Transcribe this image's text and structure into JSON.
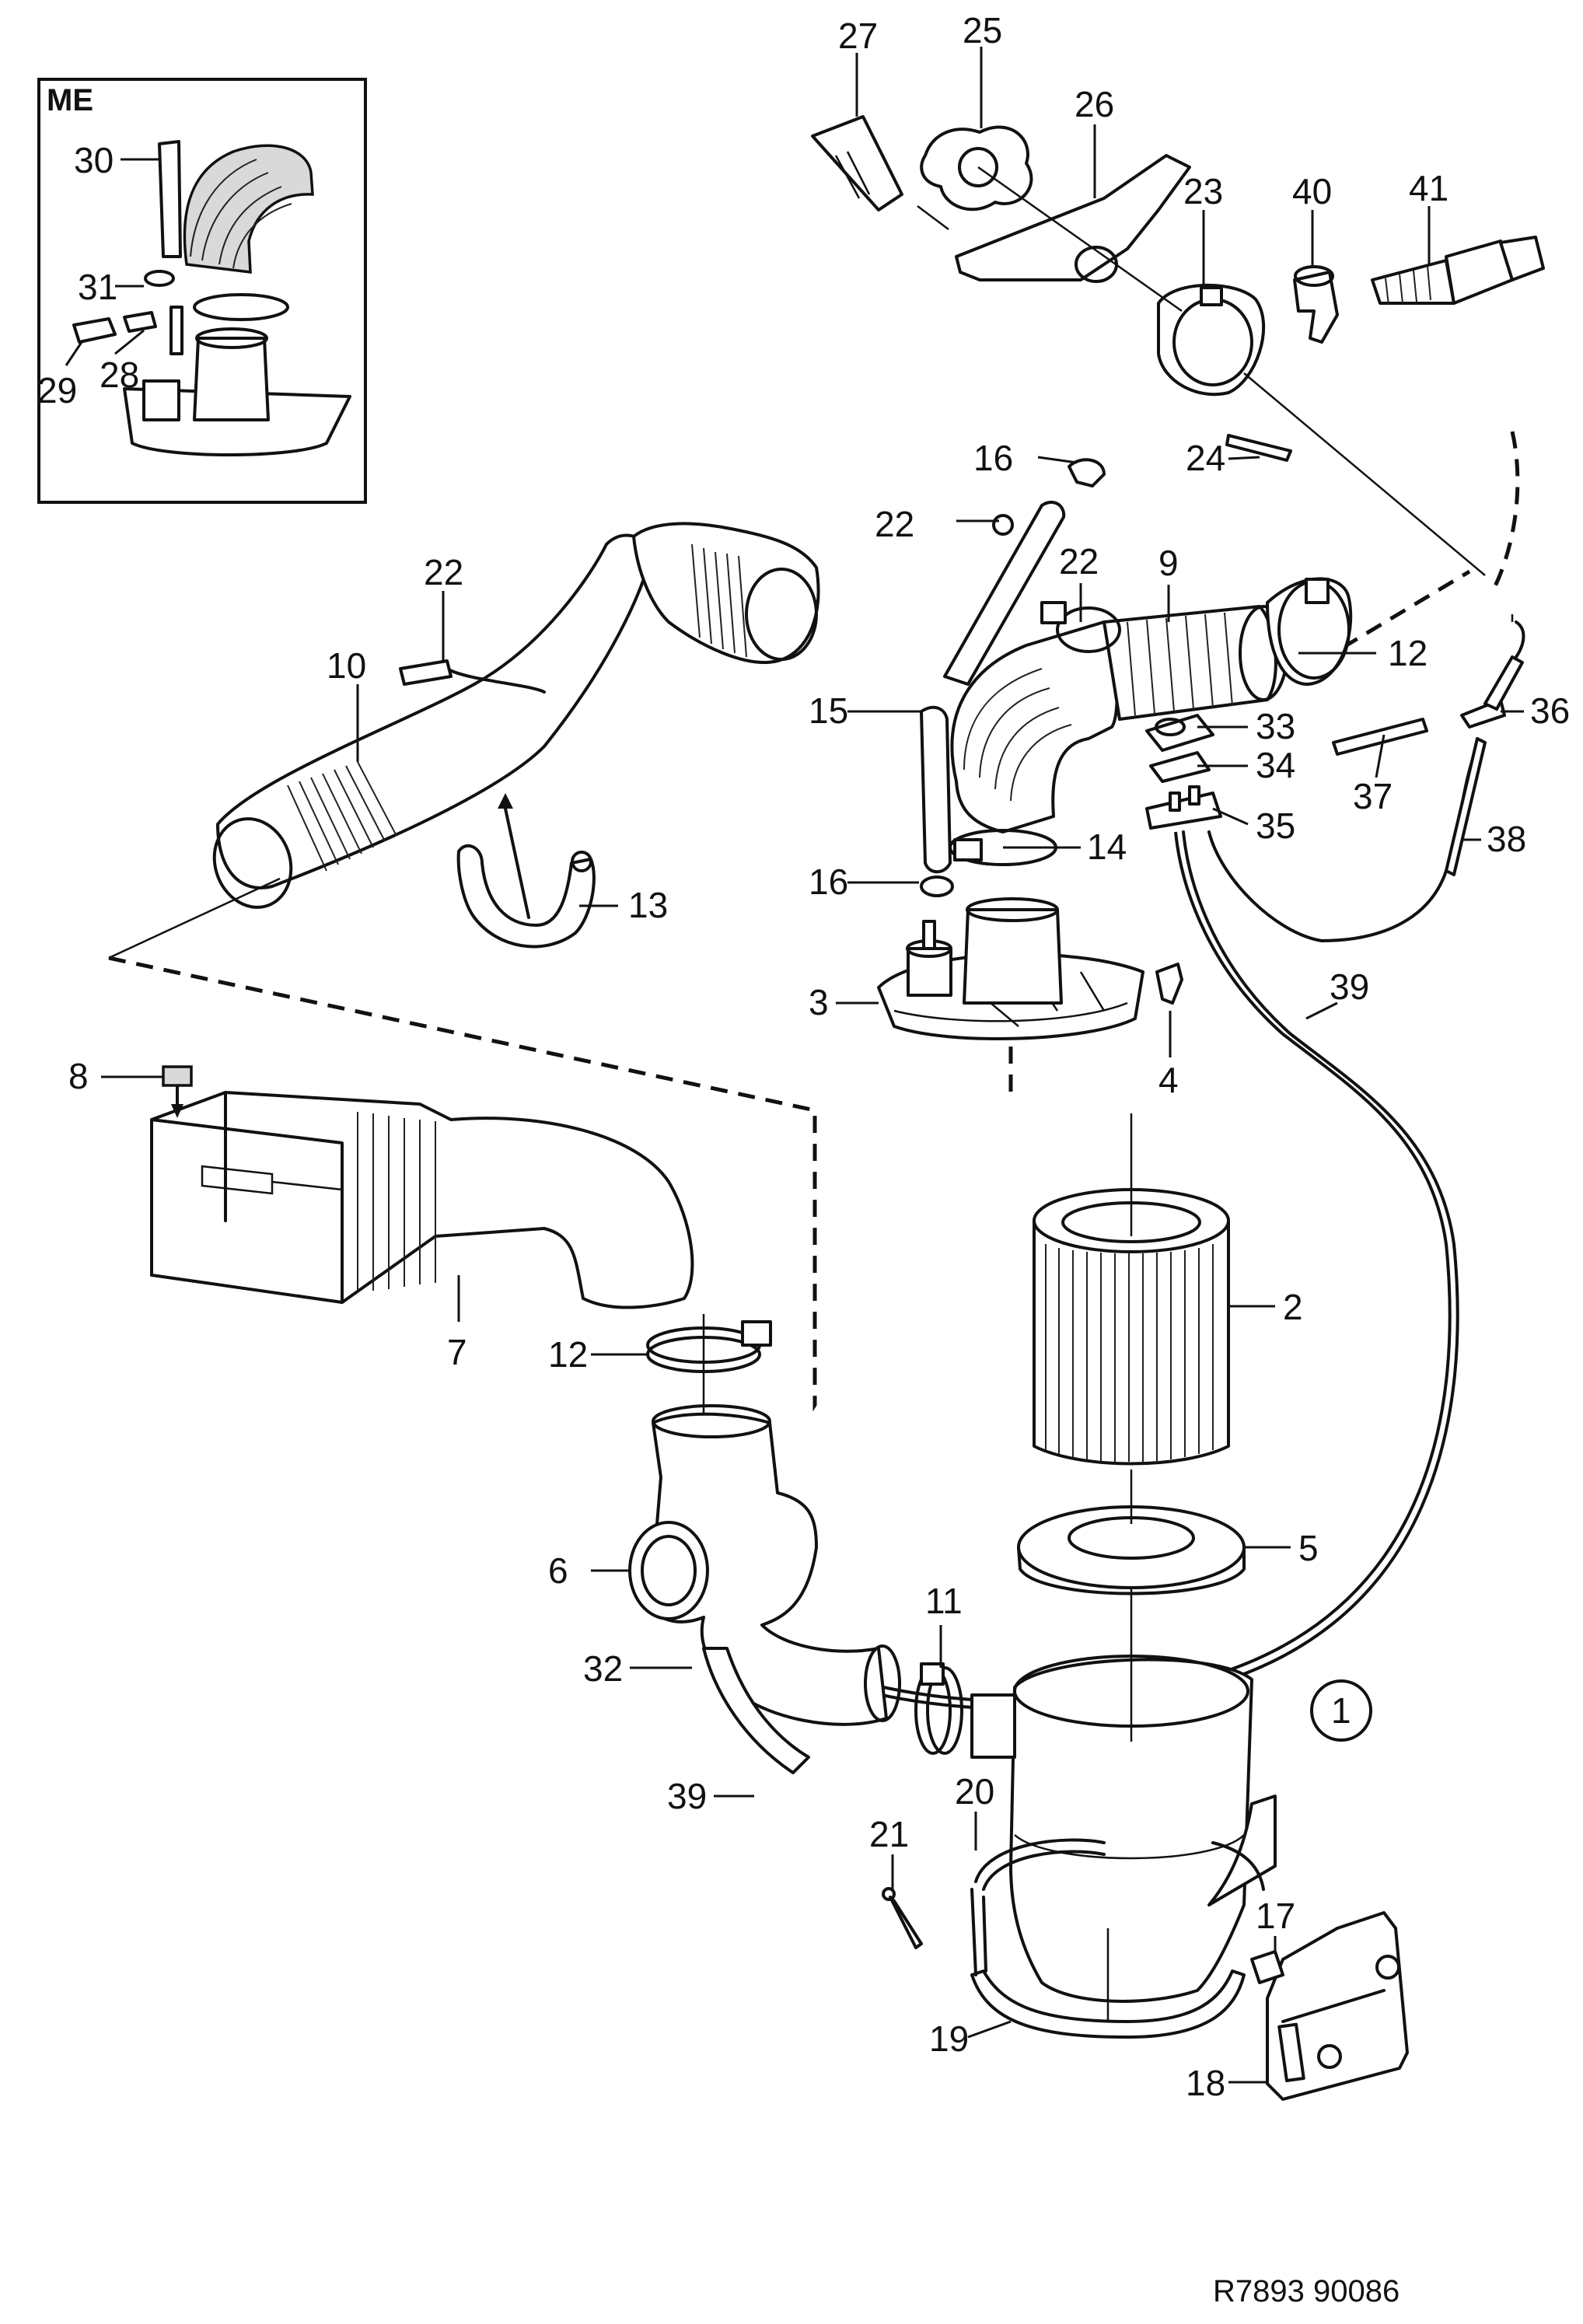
{
  "inset": {
    "label": "ME",
    "callouts": [
      "30",
      "31",
      "29",
      "28"
    ]
  },
  "callouts": {
    "c1": "1",
    "c2": "2",
    "c3": "3",
    "c4": "4",
    "c5": "5",
    "c6": "6",
    "c7": "7",
    "c8": "8",
    "c9": "9",
    "c10": "10",
    "c11": "11",
    "c12a": "12",
    "c12b": "12",
    "c13": "13",
    "c14": "14",
    "c15": "15",
    "c16a": "16",
    "c16b": "16",
    "c17": "17",
    "c18": "18",
    "c19": "19",
    "c20": "20",
    "c21": "21",
    "c22a": "22",
    "c22b": "22",
    "c22c": "22",
    "c23": "23",
    "c24": "24",
    "c25": "25",
    "c26": "26",
    "c27": "27",
    "c32": "32",
    "c33": "33",
    "c34": "34",
    "c35": "35",
    "c36": "36",
    "c37": "37",
    "c38": "38",
    "c39a": "39",
    "c39b": "39",
    "c40": "40",
    "c41": "41"
  },
  "reference": "R7893  90086"
}
